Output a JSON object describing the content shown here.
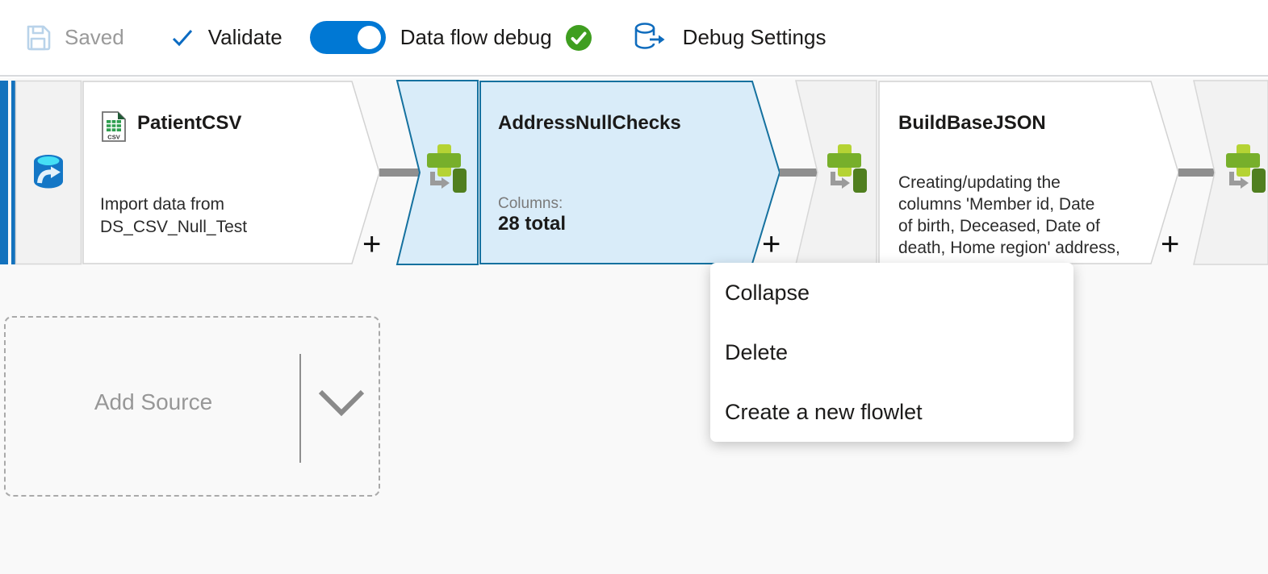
{
  "toolbar": {
    "saved_label": "Saved",
    "validate_label": "Validate",
    "debug_toggle_label": "Data flow debug",
    "debug_toggle_state": "on",
    "debug_status_icon": "green-check-badge",
    "debug_settings_label": "Debug Settings"
  },
  "colors": {
    "accent_blue": "#0078d4",
    "selected_fill": "#d9ecf9",
    "selected_border": "#15719f",
    "success_green": "#3f9e20",
    "stripe_blue": "#1372bd",
    "connector_gray": "#8f8f8f"
  },
  "canvas": {
    "nodes": [
      {
        "id": "source",
        "title": "PatientCSV",
        "description_lines": [
          "Import data from",
          "DS_CSV_Null_Test"
        ],
        "icon": "csv-file-icon",
        "source_icon": "data-cylinder-arrow-icon",
        "add_button": "+"
      },
      {
        "id": "transform1",
        "title": "AddressNullChecks",
        "columns_label": "Columns:",
        "columns_value": "28 total",
        "selected": true,
        "icon": "derived-column-icon",
        "add_button": "+"
      },
      {
        "id": "transform2",
        "title": "BuildBaseJSON",
        "description_lines": [
          "Creating/updating the",
          "columns 'Member id, Date",
          "of birth, Deceased, Date of",
          "death, Home region' address,"
        ],
        "icon": "derived-column-icon",
        "add_button": "+"
      },
      {
        "id": "transform3",
        "title": "",
        "icon": "derived-column-icon"
      }
    ],
    "add_source": {
      "label": "Add Source"
    }
  },
  "context_menu": {
    "items": [
      {
        "label": "Collapse"
      },
      {
        "label": "Delete"
      },
      {
        "label": "Create a new flowlet"
      }
    ]
  }
}
